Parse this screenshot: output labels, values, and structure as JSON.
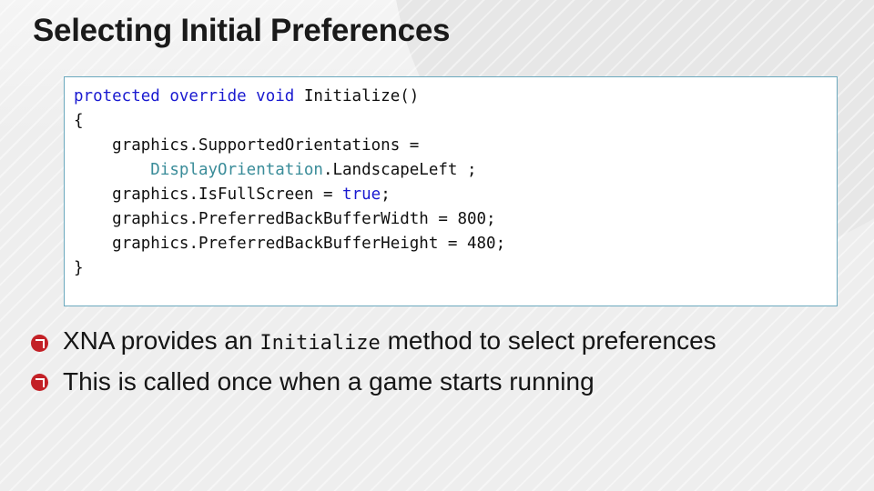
{
  "slide": {
    "title": "Selecting Initial Preferences",
    "background_color": "#eeeeee",
    "accent_circle_color": "#e6e6e6",
    "bullet_color": "#c32026",
    "code_border_color": "#6aa8bd",
    "code_background_color": "#ffffff"
  },
  "code_block": {
    "language": "csharp",
    "colors": {
      "keyword": "#1a1ad0",
      "type": "#3a8c99",
      "literal": "#1a1ad0",
      "plain": "#101010"
    },
    "lines": [
      {
        "id": "line1",
        "indent": 0,
        "tokens": [
          {
            "text": "protected override void ",
            "kind": "keyword"
          },
          {
            "text": "Initialize()",
            "kind": "plain"
          }
        ]
      },
      {
        "id": "line2",
        "indent": 0,
        "tokens": [
          {
            "text": "{",
            "kind": "plain"
          }
        ]
      },
      {
        "id": "line3",
        "indent": 4,
        "tokens": [
          {
            "text": "graphics.SupportedOrientations =",
            "kind": "plain"
          }
        ]
      },
      {
        "id": "line4",
        "indent": 8,
        "tokens": [
          {
            "text": "DisplayOrientation",
            "kind": "type"
          },
          {
            "text": ".LandscapeLeft ;",
            "kind": "plain"
          }
        ]
      },
      {
        "id": "line5",
        "indent": 4,
        "tokens": [
          {
            "text": "graphics.IsFullScreen = ",
            "kind": "plain"
          },
          {
            "text": "true",
            "kind": "literal"
          },
          {
            "text": ";",
            "kind": "plain"
          }
        ]
      },
      {
        "id": "line6",
        "indent": 4,
        "tokens": [
          {
            "text": "graphics.PreferredBackBufferWidth = 800;",
            "kind": "plain"
          }
        ]
      },
      {
        "id": "line7",
        "indent": 4,
        "tokens": [
          {
            "text": "graphics.PreferredBackBufferHeight = 480;",
            "kind": "plain"
          }
        ]
      },
      {
        "id": "line8",
        "indent": 0,
        "tokens": [
          {
            "text": "}",
            "kind": "plain"
          }
        ]
      }
    ]
  },
  "bullets": {
    "icon_name": "red-circle-arrow-bullet",
    "items": [
      {
        "id": "bullet1",
        "segments": [
          {
            "text": "XNA provides an ",
            "style": "normal"
          },
          {
            "text": "Initialize",
            "style": "mono"
          },
          {
            "text": " method to select preferences",
            "style": "normal"
          }
        ]
      },
      {
        "id": "bullet2",
        "segments": [
          {
            "text": "This is called once when a game starts running",
            "style": "normal"
          }
        ]
      }
    ]
  }
}
